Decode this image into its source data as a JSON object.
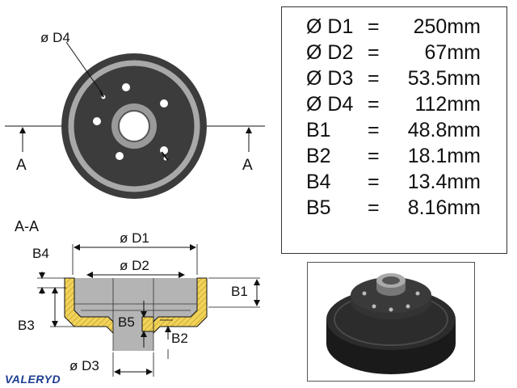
{
  "labels": {
    "d4": "ø D4",
    "a_left": "A",
    "a_right": "A",
    "section": "A-A",
    "d1": "ø D1",
    "d2": "ø D2",
    "d3": "ø D3",
    "b1": "B1",
    "b2": "B2",
    "b3": "B3",
    "b4": "B4",
    "b5": "B5"
  },
  "specs": [
    {
      "symbol": "Ø D1",
      "eq": "=",
      "value": "250mm"
    },
    {
      "symbol": "Ø D2",
      "eq": "=",
      "value": "67mm"
    },
    {
      "symbol": "Ø D3",
      "eq": "=",
      "value": "53.5mm"
    },
    {
      "symbol": "Ø D4",
      "eq": "=",
      "value": "112mm"
    },
    {
      "symbol": "B1",
      "eq": "=",
      "value": "48.8mm"
    },
    {
      "symbol": "B2",
      "eq": "=",
      "value": "18.1mm"
    },
    {
      "symbol": "B4",
      "eq": "=",
      "value": "13.4mm"
    },
    {
      "symbol": "B5",
      "eq": "=",
      "value": "8.16mm"
    }
  ],
  "brand": "VALERYD",
  "colors": {
    "drum_dark": "#3c3c3c",
    "drum_ring": "#a9a9a9",
    "section_fill": "#f2d35a",
    "section_gray": "#b4b4b4",
    "brand_blue": "#1d3d8f"
  }
}
